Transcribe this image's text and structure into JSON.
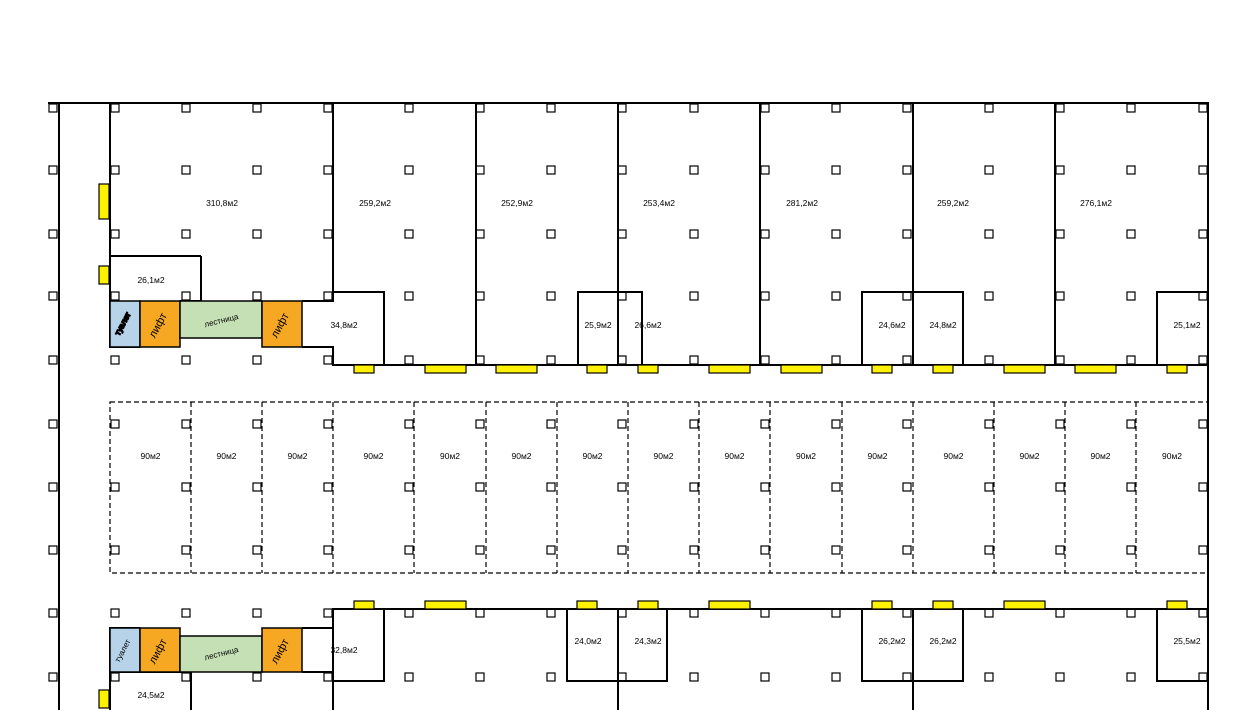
{
  "colors": {
    "wall": "#000000",
    "door": "#fff200",
    "toilet": "#b7d3ea",
    "lift": "#f7a823",
    "stair": "#c5e0b4",
    "background": "#ffffff"
  },
  "upper": {
    "units": [
      {
        "id": "u1",
        "label": "310,8м2"
      },
      {
        "id": "u2",
        "label": "259,2м2"
      },
      {
        "id": "u3",
        "label": "252,9м2"
      },
      {
        "id": "u4",
        "label": "253,4м2"
      },
      {
        "id": "u5",
        "label": "281,2м2"
      },
      {
        "id": "u6",
        "label": "259,2м2"
      },
      {
        "id": "u7",
        "label": "276,1м2"
      },
      {
        "id": "s1",
        "label": "26,1м2"
      },
      {
        "id": "s2",
        "label": "34,8м2"
      },
      {
        "id": "s3",
        "label": "25,9м2"
      },
      {
        "id": "s4",
        "label": "26,6м2"
      },
      {
        "id": "s5",
        "label": "24,6м2"
      },
      {
        "id": "s6",
        "label": "24,8м2"
      },
      {
        "id": "s7",
        "label": "25,1м2"
      }
    ],
    "core": {
      "toilet": "туалет",
      "lift_a": "лифт",
      "stair": "лестница",
      "lift_b": "лифт"
    }
  },
  "middle": {
    "units": [
      "90м2",
      "90м2",
      "90м2",
      "90м2",
      "90м2",
      "90м2",
      "90м2",
      "90м2",
      "90м2",
      "90м2",
      "90м2",
      "90м2",
      "90м2",
      "90м2",
      "90м2"
    ]
  },
  "lower": {
    "units": [
      {
        "id": "l1",
        "label": "32,8м2"
      },
      {
        "id": "l2",
        "label": "24,0м2"
      },
      {
        "id": "l3",
        "label": "24,3м2"
      },
      {
        "id": "l4",
        "label": "26,2м2"
      },
      {
        "id": "l5",
        "label": "26,2м2"
      },
      {
        "id": "l6",
        "label": "25,5м2"
      },
      {
        "id": "l7",
        "label": "24,5м2"
      }
    ],
    "core": {
      "toilet": "туалет",
      "lift_a": "лифт",
      "stair": "лестница",
      "lift_b": "лифт"
    }
  }
}
